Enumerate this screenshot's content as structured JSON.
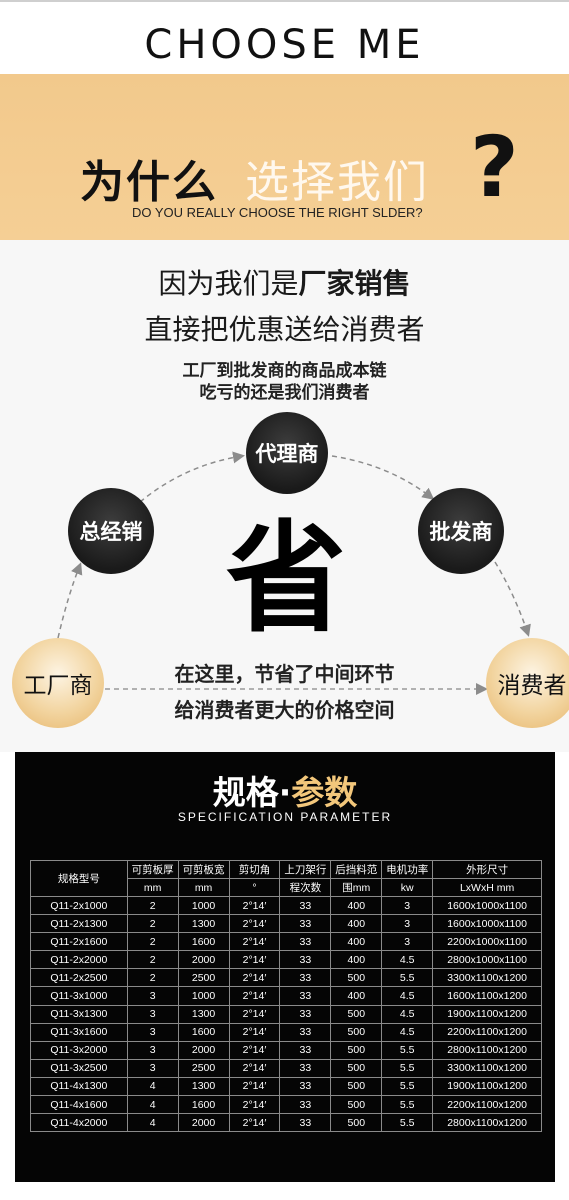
{
  "header": {
    "title": "CHOOSE ME"
  },
  "why": {
    "dark": "为什么",
    "light": "选择我们",
    "mark": "?",
    "subtitle": "DO YOU REALLY CHOOSE THE RIGHT SLDER?"
  },
  "factory": {
    "line1_prefix": "因为我们是",
    "line1_bold": "厂家销售",
    "line2": "直接把优惠送给消费者",
    "line3": "工厂到批发商的商品成本链",
    "line4": "吃亏的还是我们消费者"
  },
  "flow": {
    "factory": "工厂商",
    "general": "总经销",
    "agent": "代理商",
    "wholesale": "批发商",
    "consumer": "消费者",
    "save_char": "省",
    "save_line1": "在这里，节省了中间环节",
    "save_line2": "给消费者更大的价格空间"
  },
  "spec": {
    "title_white": "规格·",
    "title_gold": "参数",
    "subtitle": "SPECIFICATION PARAMETER",
    "headers": [
      "规格型号",
      "可剪板厚",
      "可剪板宽",
      "剪切角",
      "上刀架行",
      "后挡料范",
      "电机功率",
      "外形尺寸"
    ],
    "units": [
      "mm",
      "mm",
      "°",
      "程次数",
      "围mm",
      "kw",
      "LxWxH mm"
    ],
    "rows": [
      [
        "Q11-2x1000",
        "2",
        "1000",
        "2°14′",
        "33",
        "400",
        "3",
        "1600x1000x1100"
      ],
      [
        "Q11-2x1300",
        "2",
        "1300",
        "2°14′",
        "33",
        "400",
        "3",
        "1600x1000x1100"
      ],
      [
        "Q11-2x1600",
        "2",
        "1600",
        "2°14′",
        "33",
        "400",
        "3",
        "2200x1000x1100"
      ],
      [
        "Q11-2x2000",
        "2",
        "2000",
        "2°14′",
        "33",
        "400",
        "4.5",
        "2800x1000x1100"
      ],
      [
        "Q11-2x2500",
        "2",
        "2500",
        "2°14′",
        "33",
        "500",
        "5.5",
        "3300x1100x1200"
      ],
      [
        "Q11-3x1000",
        "3",
        "1000",
        "2°14′",
        "33",
        "400",
        "4.5",
        "1600x1100x1200"
      ],
      [
        "Q11-3x1300",
        "3",
        "1300",
        "2°14′",
        "33",
        "500",
        "4.5",
        "1900x1100x1200"
      ],
      [
        "Q11-3x1600",
        "3",
        "1600",
        "2°14′",
        "33",
        "500",
        "4.5",
        "2200x1100x1200"
      ],
      [
        "Q11-3x2000",
        "3",
        "2000",
        "2°14′",
        "33",
        "500",
        "5.5",
        "2800x1100x1200"
      ],
      [
        "Q11-3x2500",
        "3",
        "2500",
        "2°14′",
        "33",
        "500",
        "5.5",
        "3300x1100x1200"
      ],
      [
        "Q11-4x1300",
        "4",
        "1300",
        "2°14′",
        "33",
        "500",
        "5.5",
        "1900x1100x1200"
      ],
      [
        "Q11-4x1600",
        "4",
        "1600",
        "2°14′",
        "33",
        "500",
        "5.5",
        "2200x1100x1200"
      ],
      [
        "Q11-4x2000",
        "4",
        "2000",
        "2°14′",
        "33",
        "500",
        "5.5",
        "2800x1100x1200"
      ]
    ]
  },
  "colors": {
    "band": "#f3cb8f",
    "gold_text": "#f3c77b",
    "dark_node": "#1e1e1e"
  }
}
